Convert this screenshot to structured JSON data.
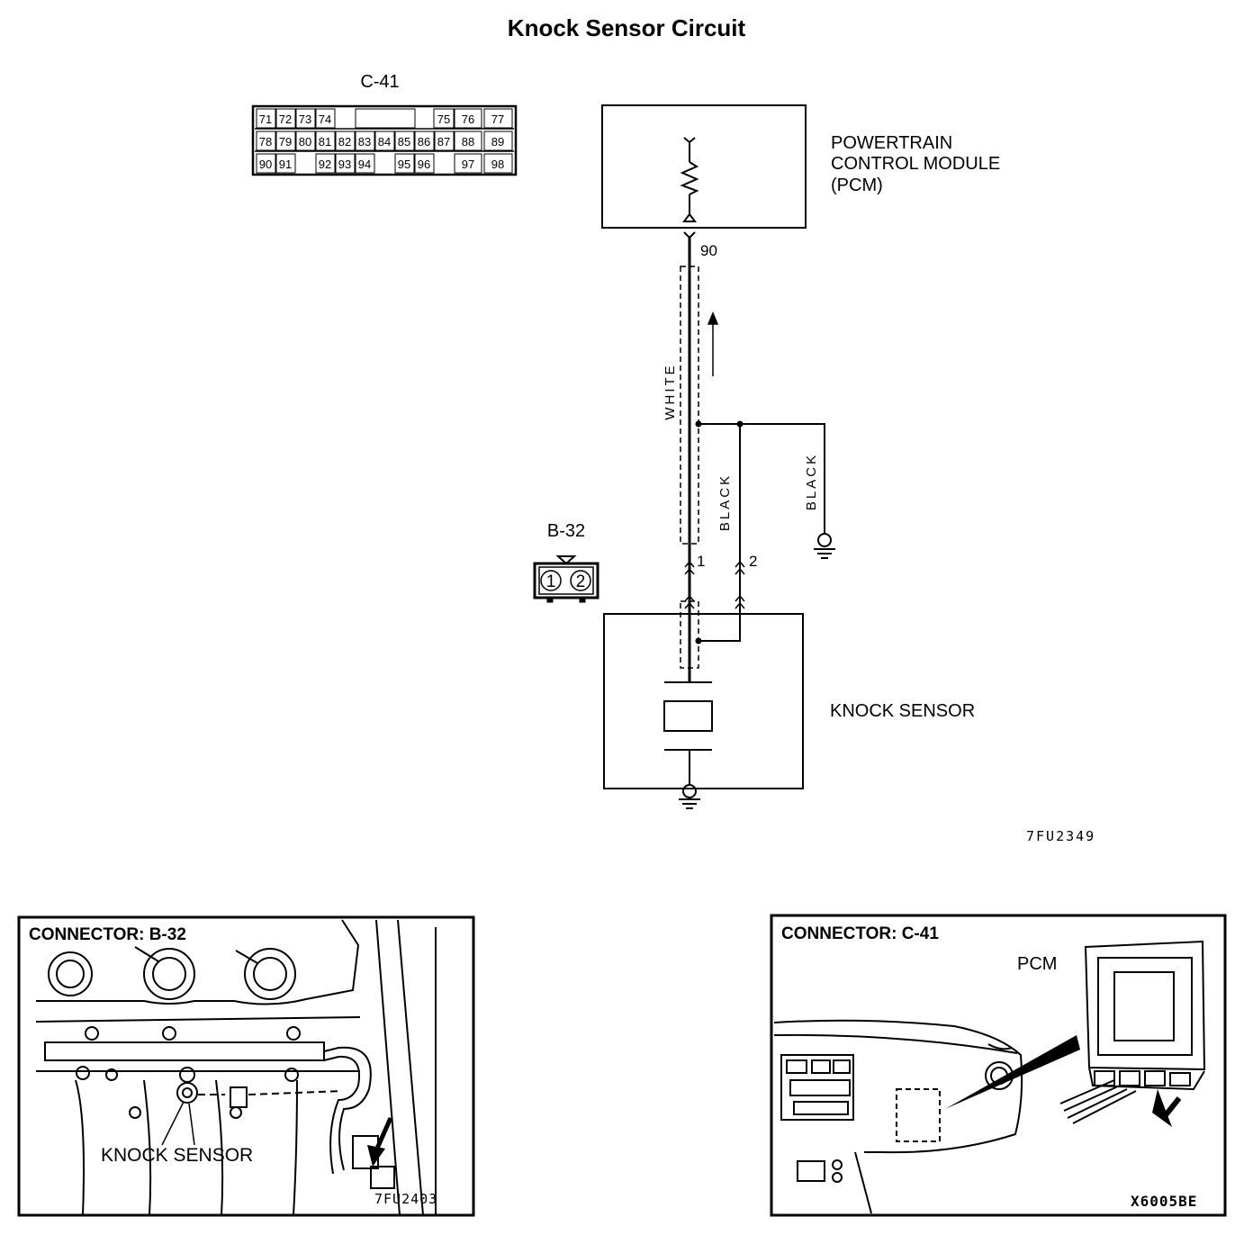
{
  "title": "Knock Sensor Circuit",
  "connector_c41": {
    "label": "C-41",
    "row1": [
      "71",
      "72",
      "73",
      "74",
      "",
      "",
      "75",
      "76",
      "77"
    ],
    "row2": [
      "78",
      "79",
      "80",
      "81",
      "82",
      "83",
      "84",
      "85",
      "86",
      "87",
      "88",
      "89"
    ],
    "row3": [
      "90",
      "91",
      "",
      "92",
      "93",
      "94",
      "",
      "95",
      "96",
      "",
      "97",
      "98"
    ]
  },
  "pcm": {
    "name_line1": "POWERTRAIN",
    "name_line2": "CONTROL MODULE",
    "name_line3": "(PCM)",
    "pin": "90"
  },
  "wires": {
    "signal_color": "WHITE",
    "ground_color": "BLACK",
    "shield_color": "BLACK"
  },
  "connector_b32": {
    "label": "B-32",
    "pin1": "1",
    "pin2": "2"
  },
  "knock_sensor": {
    "name": "KNOCK SENSOR"
  },
  "diagram_code": "7FU2349",
  "panel_left": {
    "title": "CONNECTOR:  B-32",
    "callout": "KNOCK SENSOR",
    "code": "7FU2403"
  },
  "panel_right": {
    "title": "CONNECTOR:  C-41",
    "callout": "PCM",
    "code": "X6005BE"
  }
}
